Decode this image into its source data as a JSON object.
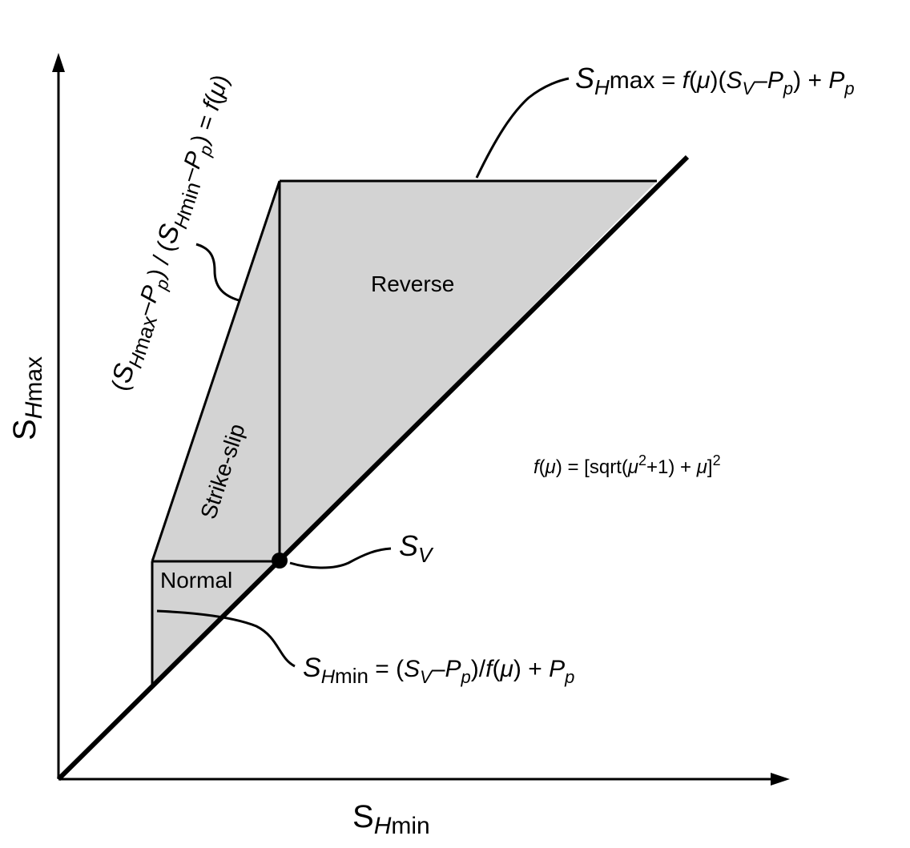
{
  "colors": {
    "region_fill": "#d3d3d3",
    "ink": "#000000",
    "background": "#ffffff"
  },
  "axes": {
    "x_label": {
      "main": "S",
      "sub": "H",
      "tail": "min"
    },
    "y_label": {
      "main": "S",
      "sub": "H",
      "tail": "max"
    }
  },
  "regions": {
    "reverse": "Reverse",
    "strike_slip": "Strike-slip",
    "normal": "Normal"
  },
  "point_sv": {
    "main": "S",
    "sub": "V"
  },
  "annotations": {
    "shmax_limit": {
      "lhs_main": "S",
      "lhs_sub": "H",
      "lhs_tail": "max",
      "eq": " = ",
      "f": "f",
      "paren_open": "(",
      "mu": "μ",
      "paren_close": ")",
      "open2": "(",
      "sv_main": "S",
      "sv_sub": "V",
      "minus": "–",
      "pp_main": "P",
      "pp_sub": "p",
      "close2": ")",
      "plus": " + ",
      "pp2_main": "P",
      "pp2_sub": "p"
    },
    "ratio": {
      "open1": "(",
      "s1_main": "S",
      "s1_sub": "H",
      "s1_tail": "max",
      "minus1": "–",
      "p1_main": "P",
      "p1_sub": "p",
      "close1": ")",
      "slash": " / ",
      "open2": "(",
      "s2_main": "S",
      "s2_sub": "H",
      "s2_tail": "min",
      "minus2": "–",
      "p2_main": "P",
      "p2_sub": "p",
      "close2": ")",
      "eq": " = ",
      "f": "f",
      "paren_open": "(",
      "mu": "μ",
      "paren_close": ")"
    },
    "f_mu": {
      "f": "f",
      "paren_open": "(",
      "mu": "μ",
      "paren_close": ")",
      "rhs_a": " = [sqrt(",
      "mu2": "μ",
      "exp1": "2",
      "rhs_b": "+1) + ",
      "mu3": "μ",
      "rhs_c": "]",
      "exp2": "2"
    },
    "shmin_limit": {
      "lhs_main": "S",
      "lhs_sub": "H",
      "lhs_tail": "min",
      "eq": " = ",
      "open": "(",
      "sv_main": "S",
      "sv_sub": "V",
      "minus": "–",
      "pp_main": "P",
      "pp_sub": "p",
      "close": ")",
      "slash": "/",
      "f": "f",
      "paren_open": "(",
      "mu": "μ",
      "paren_close": ")",
      "plus": " + ",
      "pp2_main": "P",
      "pp2_sub": "p"
    }
  }
}
